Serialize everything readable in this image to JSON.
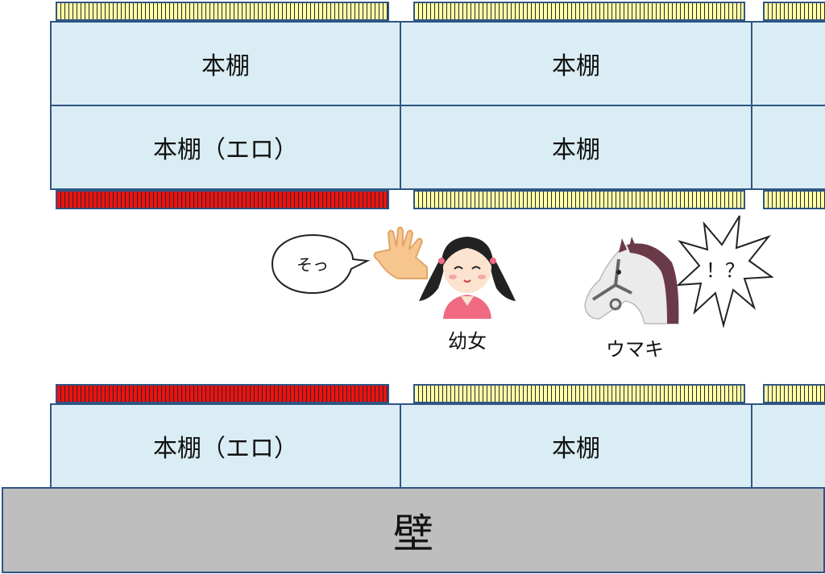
{
  "shelves": {
    "top_left_upper": "本棚",
    "top_mid_upper": "本棚",
    "top_left_lower": "本棚（エロ）",
    "top_mid_lower": "本棚",
    "bottom_left": "本棚（エロ）",
    "bottom_mid": "本棚"
  },
  "wall": {
    "label": "壁"
  },
  "characters": {
    "girl": {
      "label": "幼女",
      "speech": "そっ"
    },
    "horse": {
      "label": "ウマキ",
      "exclaim": "！？"
    }
  },
  "colors": {
    "shelf_fill": "#daedf4",
    "border": "#2e5584",
    "normal_strip": "#ffffa8",
    "ero_strip": "#ee1111",
    "wall": "#bebebe"
  }
}
